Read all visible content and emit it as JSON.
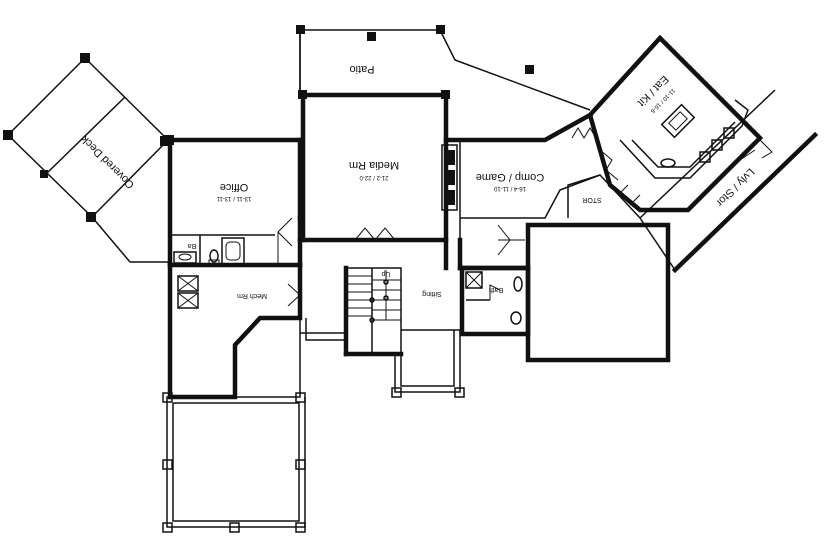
{
  "plan": {
    "rooms": {
      "patio": {
        "name": "Patio"
      },
      "media": {
        "name": "Media Rm",
        "dims": "21-2 / 22-0"
      },
      "comp": {
        "name": "Comp / Game",
        "dims": "16-4 / 11-10"
      },
      "eat": {
        "name": "Eat / Kit",
        "dims": "11-10 / 16-6"
      },
      "office": {
        "name": "Office",
        "dims": "13-11 / 13-11"
      },
      "deck": {
        "name": "Covered Deck"
      },
      "mech": {
        "name": "Mech Rm"
      },
      "sitting": {
        "name": "Sitting"
      },
      "bath": {
        "name": "Bath"
      },
      "ba": {
        "name": "Ba"
      },
      "stor": {
        "name": "STOR"
      },
      "lvly": {
        "name": "Lvly / Stor"
      },
      "up": {
        "name": "Up"
      }
    }
  }
}
